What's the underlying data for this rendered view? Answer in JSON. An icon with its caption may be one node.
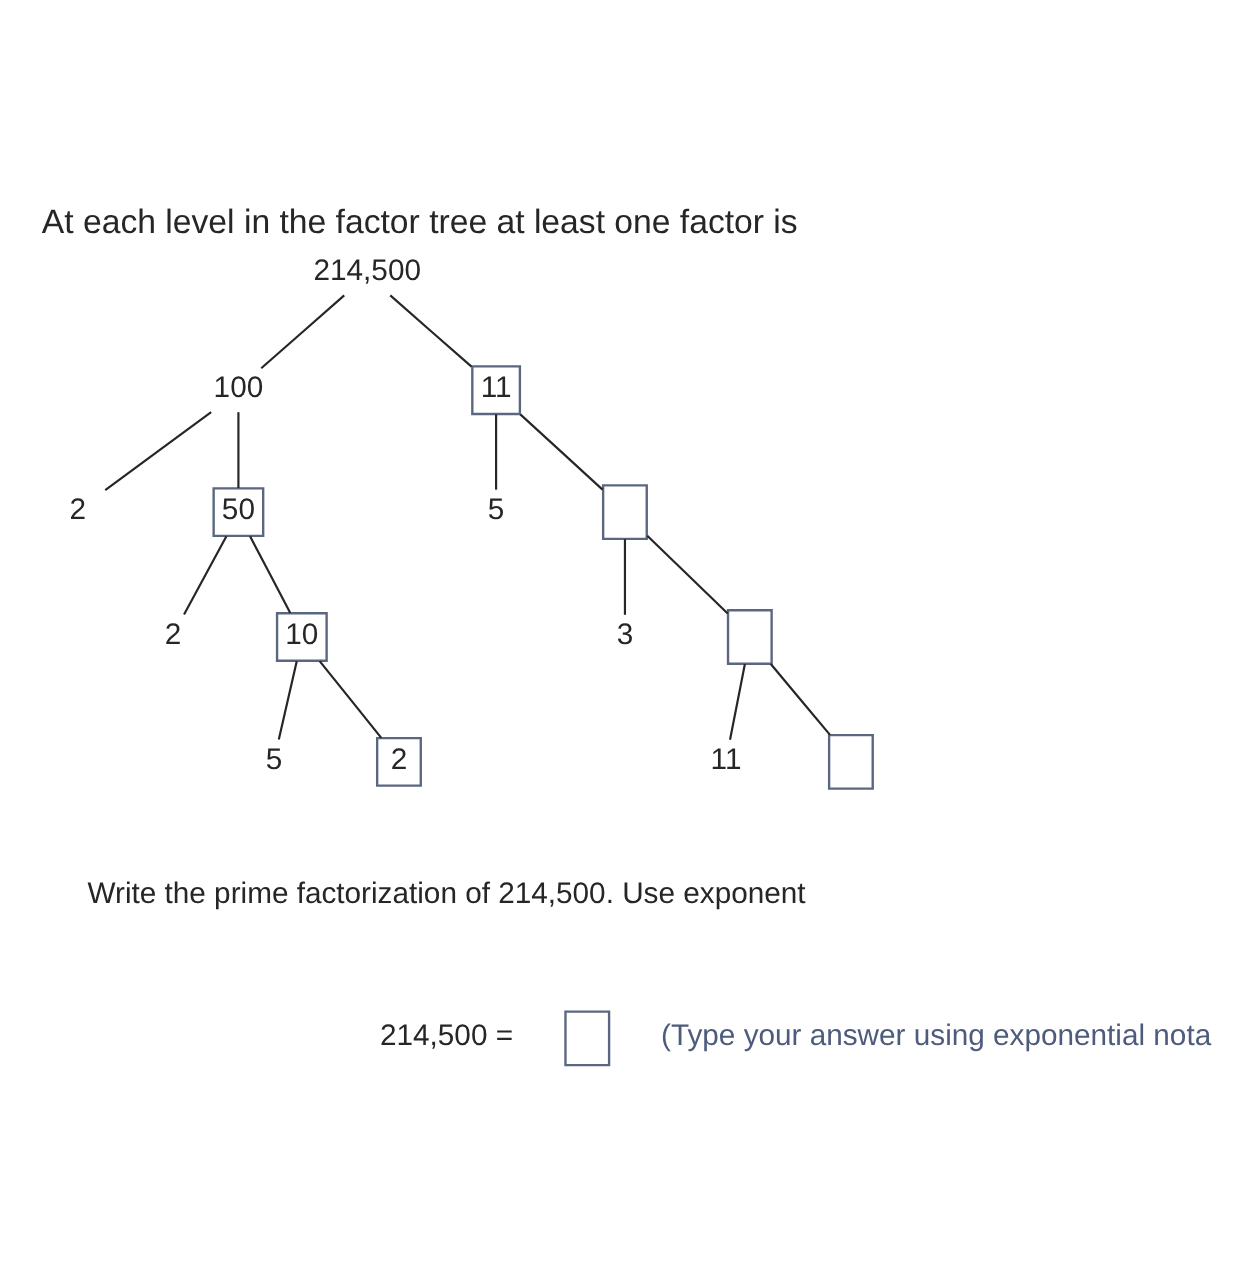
{
  "diagram": {
    "title": "At each level in the factor tree at least one factor is",
    "nodes": [
      {
        "text": [
          "214,500"
        ]
      },
      {
        "text": [
          "100"
        ]
      },
      {
        "text": [
          "11"
        ]
      },
      {
        "text": [
          "2"
        ]
      },
      {
        "text": [
          "50"
        ]
      },
      {
        "text": [
          "5"
        ]
      },
      {
        "text": [],
        "shape": "box"
      },
      {
        "text": [
          "2"
        ]
      },
      {
        "text": [
          "10"
        ]
      },
      {
        "text": [
          "3"
        ]
      },
      {
        "text": [],
        "shape": "box"
      },
      {
        "text": [
          "5"
        ]
      },
      {
        "text": [
          "2"
        ]
      },
      {
        "text": [
          "11"
        ]
      },
      {
        "text": [],
        "shape": "box"
      },
      {
        "text": [],
        "shape": "box"
      }
    ],
    "edges": [
      {
        "from": 0,
        "to": 1,
        "arrow": "none"
      },
      {
        "from": 0,
        "to": 2,
        "arrow": "none"
      },
      {
        "from": 1,
        "to": 3,
        "arrow": "none"
      },
      {
        "from": 1,
        "to": 4,
        "arrow": "none"
      },
      {
        "from": 2,
        "to": 5,
        "arrow": "none"
      },
      {
        "from": 2,
        "to": 6,
        "arrow": "none"
      },
      {
        "from": 4,
        "to": 7,
        "arrow": "none"
      },
      {
        "from": 4,
        "to": 8,
        "arrow": "none"
      },
      {
        "from": 6,
        "to": 9,
        "arrow": "none"
      },
      {
        "from": 6,
        "to": 10,
        "arrow": "none"
      },
      {
        "from": 8,
        "to": 11,
        "arrow": "none"
      },
      {
        "from": 8,
        "to": 12,
        "arrow": "none"
      },
      {
        "from": 10,
        "to": 13,
        "arrow": "none"
      },
      {
        "from": 10,
        "to": 14,
        "arrow": "none"
      }
    ],
    "labels": [
      "Write the prime factorization of 214,500. Use exponent",
      "214,500 =",
      "(Type your answer using exponential nota"
    ]
  }
}
